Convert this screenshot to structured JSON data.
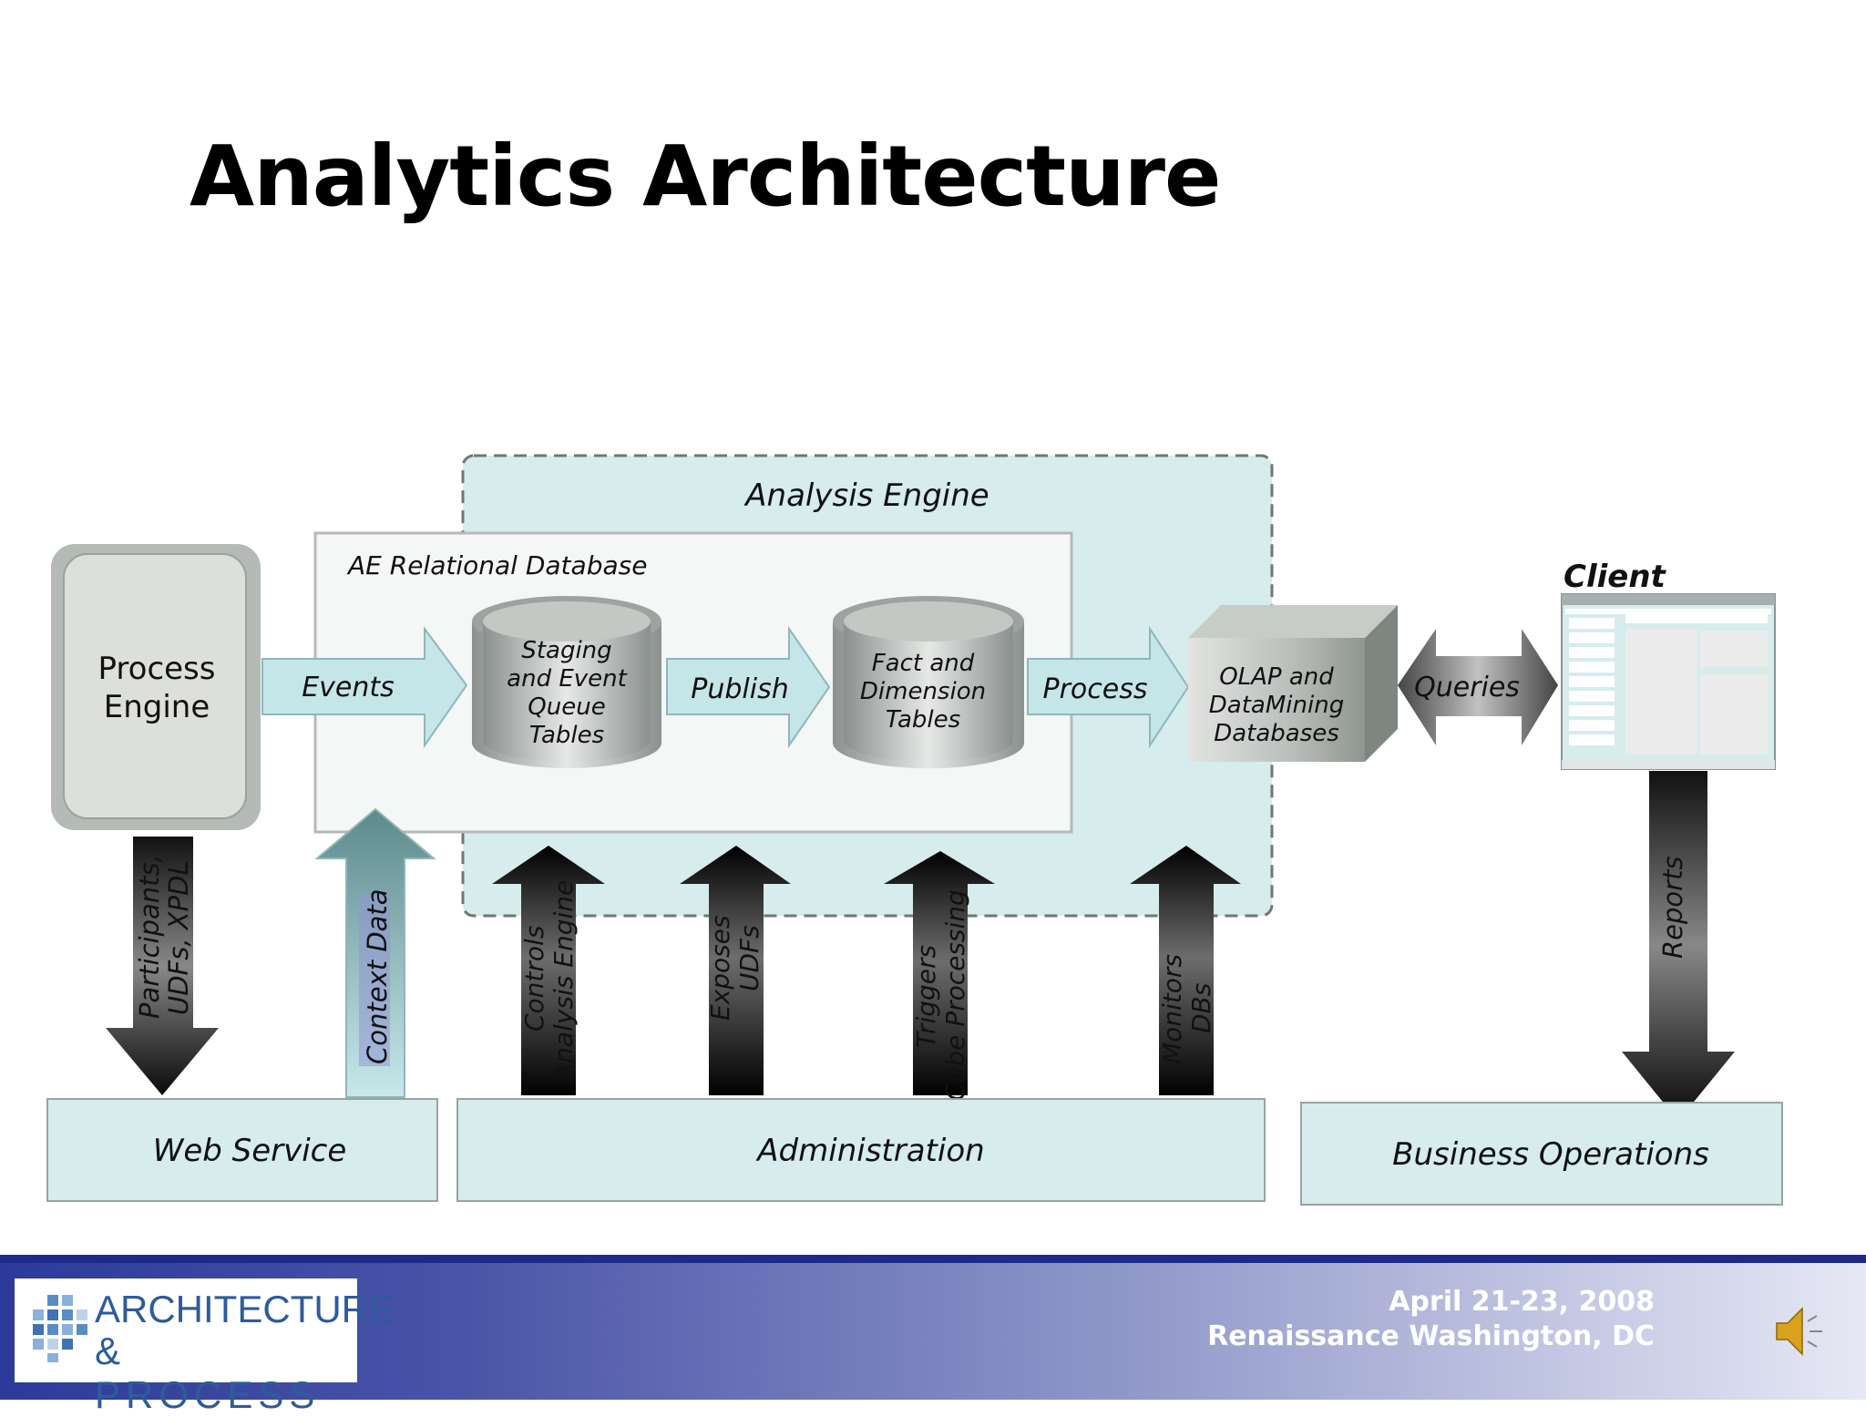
{
  "title": "Analytics Architecture",
  "diagram": {
    "analysis_engine_label": "Analysis Engine",
    "ae_db_label": "AE Relational Database",
    "process_engine": [
      "Process",
      "Engine"
    ],
    "arrow_events": "Events",
    "staging": [
      "Staging",
      "and Event",
      "Queue",
      "Tables"
    ],
    "arrow_publish": "Publish",
    "fact": [
      "Fact and",
      "Dimension",
      "Tables"
    ],
    "arrow_process": "Process",
    "olap": [
      "OLAP  and",
      "DataMining",
      "Databases"
    ],
    "arrow_queries": "Queries",
    "client_label": "Client",
    "participants": [
      "Participants,",
      "UDFs, XPDL"
    ],
    "context_data": "Context Data",
    "controls": [
      "Controls",
      "Analysis Engine"
    ],
    "exposes": [
      "Exposes",
      "UDFs"
    ],
    "triggers": [
      "Triggers",
      "Cube Processing"
    ],
    "monitors": [
      "Monitors",
      "DBs"
    ],
    "reports": "Reports",
    "web_service": "Web Service",
    "administration": "Administration",
    "business_operations": "Business Operations"
  },
  "footer": {
    "logo_line1": "ARCHITECTURE",
    "logo_line2": "& PROCESS",
    "date": "April 21-23, 2008",
    "venue": "Renaissance Washington, DC"
  },
  "colors": {
    "light_teal": "#d6eced",
    "arrow_teal": "#c5e6e9",
    "footer_blue": "#1c2a8c"
  }
}
